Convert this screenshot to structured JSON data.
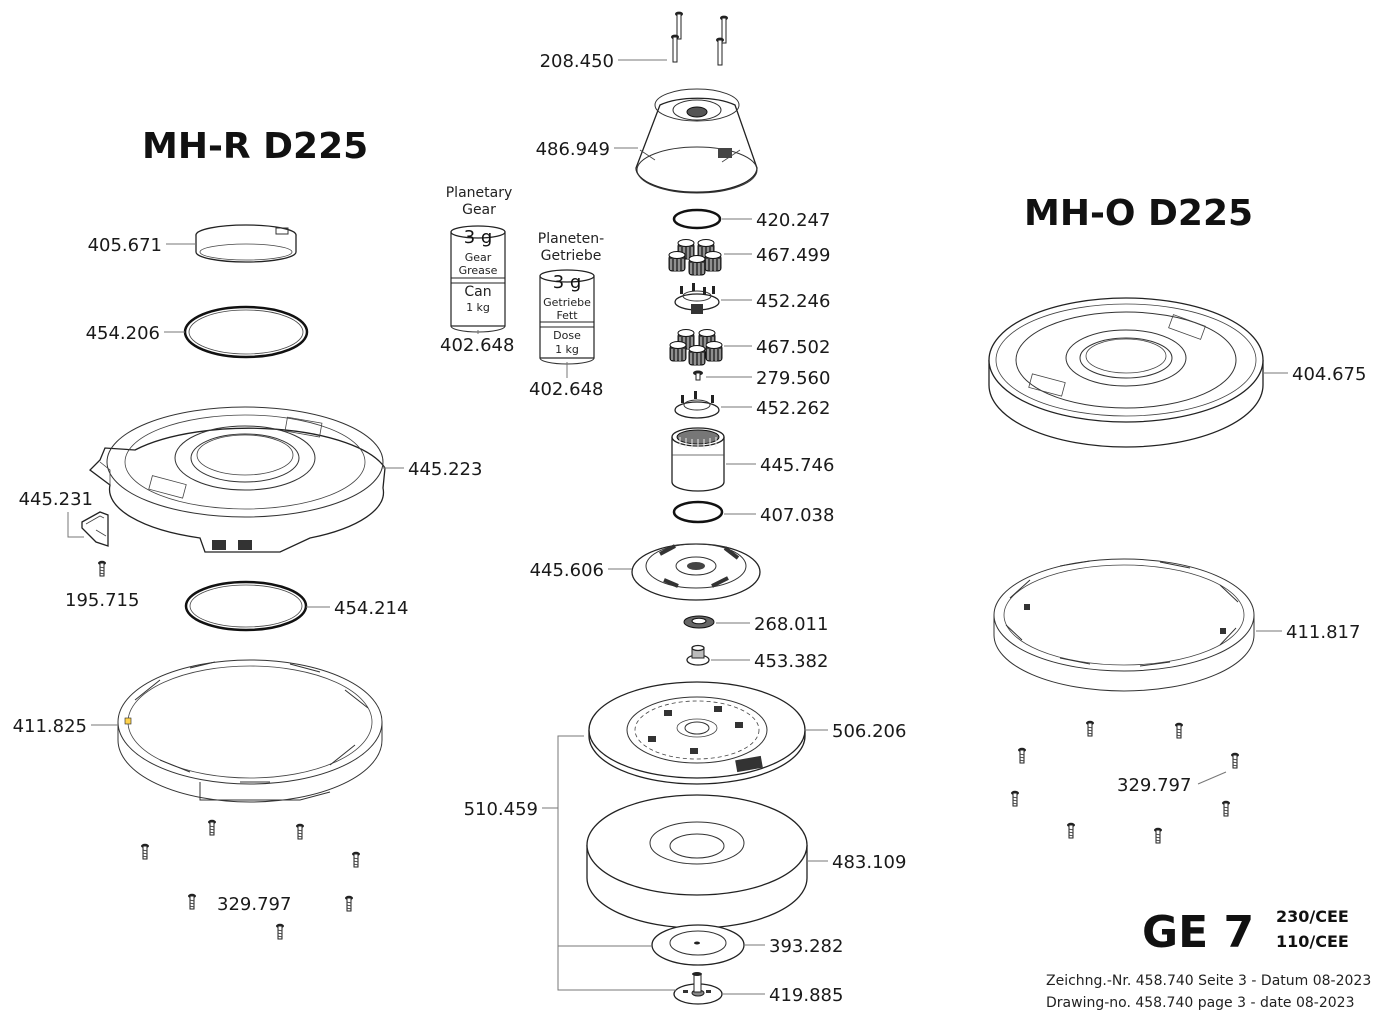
{
  "titles": {
    "left": "MH-R D225",
    "right": "MH-O D225"
  },
  "model": {
    "name": "GE 7",
    "voltage_1": "230/CEE",
    "voltage_2": "110/CEE"
  },
  "footer": {
    "line_de": "Zeichng.-Nr. 458.740  Seite 3 - Datum 08-2023",
    "line_en": "Drawing-no. 458.740  page 3 - date  08-2023"
  },
  "grease": {
    "en": {
      "heading_1": "Planetary",
      "heading_2": "Gear",
      "amount": "3 g",
      "lid_1": "Gear",
      "lid_2": "Grease",
      "body_1": "Can",
      "body_2": "1 kg",
      "part": "402.648"
    },
    "de": {
      "heading_1": "Planeten-",
      "heading_2": "Getriebe",
      "amount": "3 g",
      "lid_1": "Getriebe",
      "lid_2": "Fett",
      "body_1": "Dose",
      "body_2": "1 kg",
      "part": "402.648"
    }
  },
  "parts": {
    "left": {
      "p405671": "405.671",
      "p454206": "454.206",
      "p445223": "445.223",
      "p445231": "445.231",
      "p195715": "195.715",
      "p454214": "454.214",
      "p411825": "411.825",
      "p329797": "329.797"
    },
    "center": {
      "p208450": "208.450",
      "p486949": "486.949",
      "p420247": "420.247",
      "p467499": "467.499",
      "p452246": "452.246",
      "p467502": "467.502",
      "p279560": "279.560",
      "p452262": "452.262",
      "p445746": "445.746",
      "p407038": "407.038",
      "p445606": "445.606",
      "p268011": "268.011",
      "p453382": "453.382",
      "p506206": "506.206",
      "p510459": "510.459",
      "p483109": "483.109",
      "p393282": "393.282",
      "p419885": "419.885"
    },
    "right": {
      "p404675": "404.675",
      "p411817": "411.817",
      "p329797": "329.797"
    }
  }
}
